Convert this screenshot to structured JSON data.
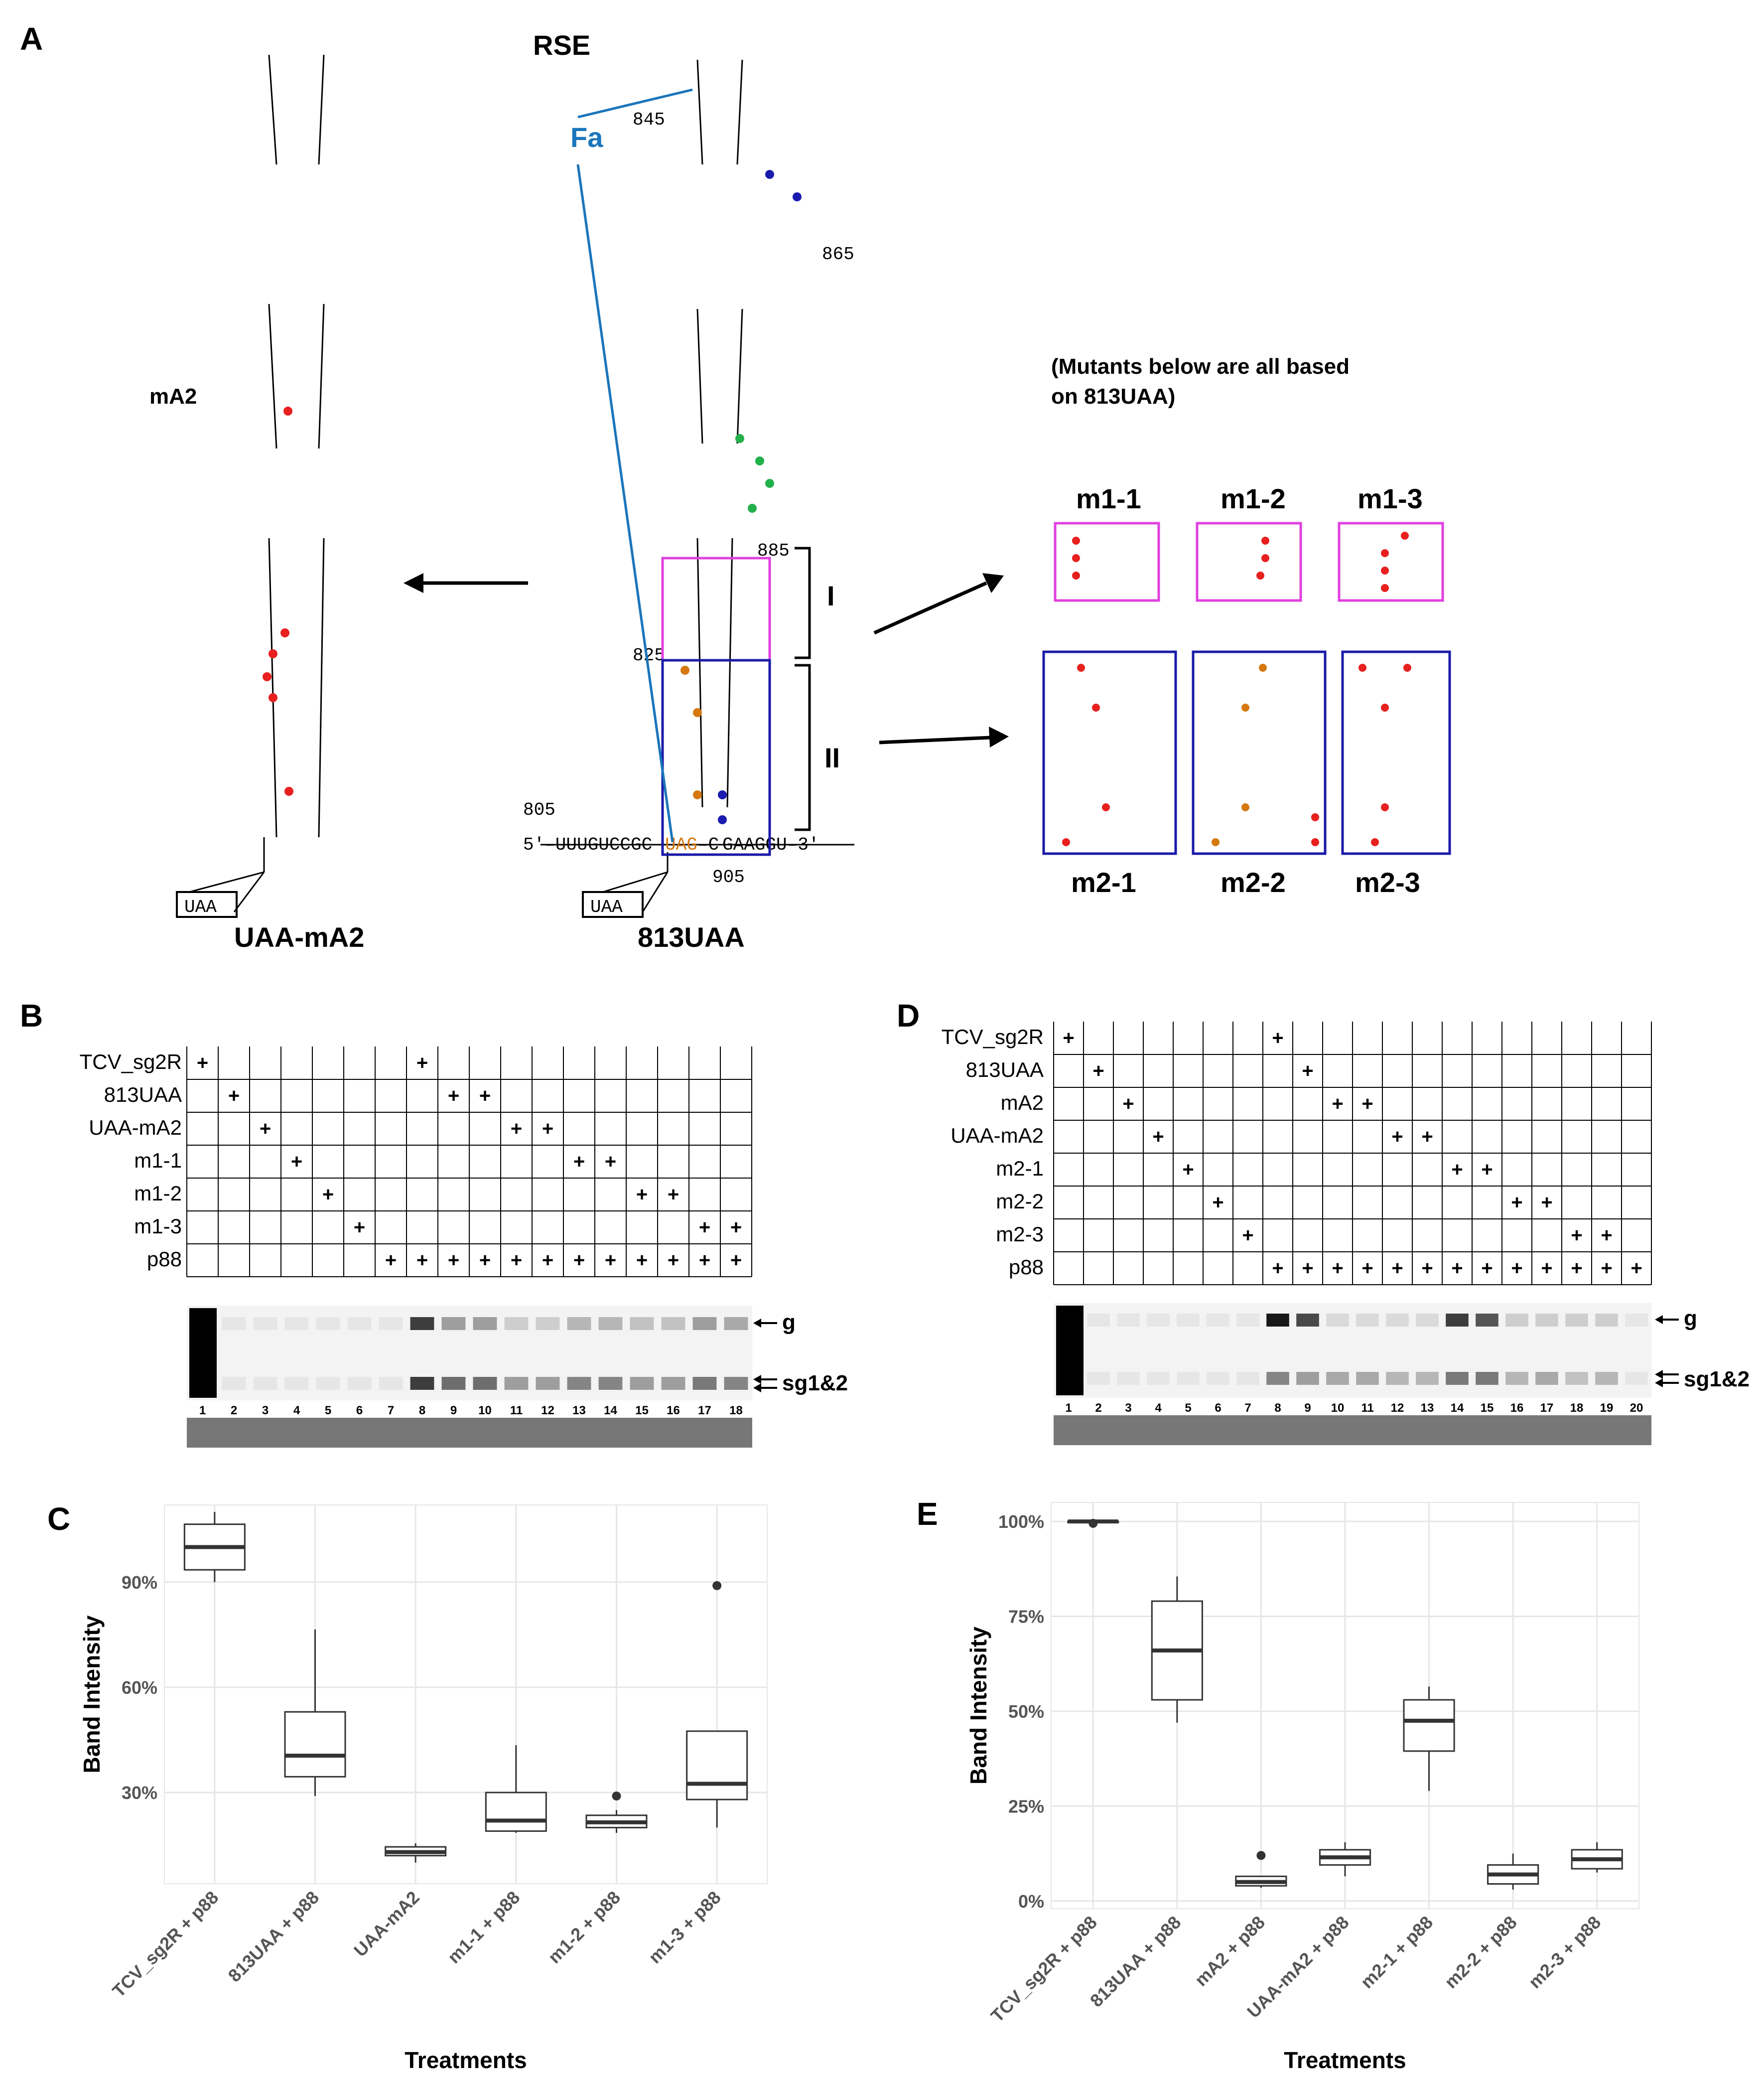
{
  "panels": {
    "A": "A",
    "B": "B",
    "C": "C",
    "D": "D",
    "E": "E"
  },
  "colors": {
    "red": "#e8201f",
    "orange": "#d4780f",
    "blue": "#1b1bb0",
    "green": "#22b04b",
    "magenta": "#e040e0",
    "navy": "#1a1aa8",
    "fa_line": "#1b75bb",
    "grid": "#e6e6e6",
    "box": "#333333"
  },
  "panel_a": {
    "left_label": "mA2",
    "left_bottom": "UAA-mA2",
    "center_title": "RSE",
    "center_bottom": "813UAA",
    "fa": "Fa",
    "uaa": "UAA",
    "region_I": "I",
    "region_II": "II",
    "n805": "805",
    "n825": "825",
    "n845": "845",
    "n865": "865",
    "n885": "885",
    "n905": "905",
    "seq_5": "5′–UUUGUCCGC",
    "seq_uag": "UAG",
    "seq_mid": "–C",
    "seq_3": "GAAGGU–3′",
    "mutant_note_1": "(Mutants below are all based",
    "mutant_note_2": "on 813UAA)",
    "mutants_top": [
      "m1-1",
      "m1-2",
      "m1-3"
    ],
    "mutants_bottom": [
      "m2-1",
      "m2-2",
      "m2-3"
    ]
  },
  "panel_b": {
    "rows": [
      "TCV_sg2R",
      "813UAA",
      "UAA-mA2",
      "m1-1",
      "m1-2",
      "m1-3",
      "p88"
    ],
    "lanes": [
      "1",
      "2",
      "3",
      "4",
      "5",
      "6",
      "7",
      "8",
      "9",
      "10",
      "11",
      "12",
      "13",
      "14",
      "15",
      "16",
      "17",
      "18"
    ],
    "band_g": "g",
    "band_sg": "sg1&2",
    "plus": "+"
  },
  "panel_d": {
    "rows": [
      "TCV_sg2R",
      "813UAA",
      "mA2",
      "UAA-mA2",
      "m2-1",
      "m2-2",
      "m2-3",
      "p88"
    ],
    "lanes": [
      "1",
      "2",
      "3",
      "4",
      "5",
      "6",
      "7",
      "8",
      "9",
      "10",
      "11",
      "12",
      "13",
      "14",
      "15",
      "16",
      "17",
      "18",
      "19",
      "20"
    ],
    "band_g": "g",
    "band_sg": "sg1&2"
  },
  "chart_data": [
    {
      "type": "box",
      "panel": "C",
      "xlabel": "Treatments",
      "ylabel": "Band Intensity",
      "yticks": [
        "30%",
        "60%",
        "90%"
      ],
      "ylim": [
        0.04,
        1.12
      ],
      "categories": [
        "TCV_sg2R + p88",
        "813UAA + p88",
        "UAA-mA2",
        "m1-1 + p88",
        "m1-2 + p88",
        "m1-3 + p88"
      ],
      "boxes": [
        {
          "min": 0.9,
          "q1": 0.935,
          "median": 1.0,
          "q3": 1.065,
          "max": 1.1,
          "outliers": []
        },
        {
          "min": 0.29,
          "q1": 0.345,
          "median": 0.405,
          "q3": 0.53,
          "max": 0.765,
          "outliers": []
        },
        {
          "min": 0.1,
          "q1": 0.12,
          "median": 0.13,
          "q3": 0.145,
          "max": 0.155,
          "outliers": []
        },
        {
          "min": 0.185,
          "q1": 0.19,
          "median": 0.22,
          "q3": 0.3,
          "max": 0.435,
          "outliers": []
        },
        {
          "min": 0.185,
          "q1": 0.2,
          "median": 0.215,
          "q3": 0.235,
          "max": 0.25,
          "outliers": [
            0.29
          ]
        },
        {
          "min": 0.2,
          "q1": 0.28,
          "median": 0.325,
          "q3": 0.475,
          "max": 0.475,
          "outliers": [
            0.89
          ]
        }
      ],
      "grid": true
    },
    {
      "type": "box",
      "panel": "E",
      "xlabel": "Treatments",
      "ylabel": "Band Intensity",
      "yticks": [
        "0%",
        "25%",
        "50%",
        "75%",
        "100%"
      ],
      "ylim": [
        -0.02,
        1.05
      ],
      "categories": [
        "TCV_sg2R + p88",
        "813UAA + p88",
        "mA2 + p88",
        "UAA-mA2 + p88",
        "m2-1 + p88",
        "m2-2 + p88",
        "m2-3 + p88"
      ],
      "boxes": [
        {
          "min": 1.0,
          "q1": 1.0,
          "median": 1.0,
          "q3": 1.0,
          "max": 1.0,
          "outliers": [
            0.995
          ]
        },
        {
          "min": 0.47,
          "q1": 0.53,
          "median": 0.66,
          "q3": 0.79,
          "max": 0.855,
          "outliers": []
        },
        {
          "min": 0.035,
          "q1": 0.04,
          "median": 0.05,
          "q3": 0.065,
          "max": 0.065,
          "outliers": [
            0.12
          ]
        },
        {
          "min": 0.065,
          "q1": 0.095,
          "median": 0.115,
          "q3": 0.135,
          "max": 0.155,
          "outliers": []
        },
        {
          "min": 0.29,
          "q1": 0.395,
          "median": 0.475,
          "q3": 0.53,
          "max": 0.565,
          "outliers": []
        },
        {
          "min": 0.03,
          "q1": 0.045,
          "median": 0.07,
          "q3": 0.095,
          "max": 0.125,
          "outliers": []
        },
        {
          "min": 0.075,
          "q1": 0.085,
          "median": 0.11,
          "q3": 0.135,
          "max": 0.155,
          "outliers": []
        }
      ],
      "grid": true
    }
  ]
}
